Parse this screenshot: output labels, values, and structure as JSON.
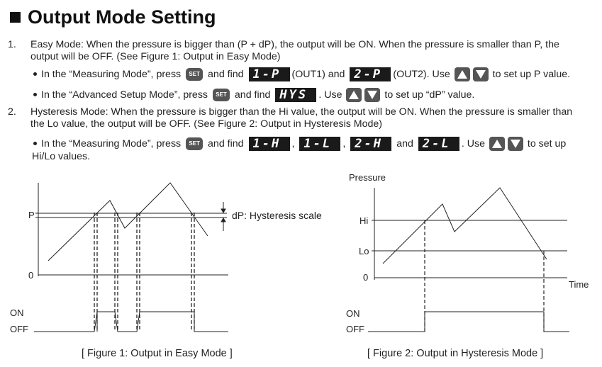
{
  "title": "Output Mode Setting",
  "items": [
    {
      "num": "1.",
      "line1": "Easy Mode: When the pressure is bigger than (P + dP), the output will be ON. When the pressure is smaller than P, the",
      "line2": "output will be OFF. (See Figure 1: Output in Easy Mode)",
      "bullets": [
        {
          "t1": "In the “Measuring Mode”, press",
          "key": "SET",
          "t2": "and find",
          "disp1": "1-P",
          "t3": "(OUT1) and",
          "disp2": "2-P",
          "t4": "(OUT2). Use",
          "t5": "to set up P value."
        },
        {
          "t1": "In the “Advanced Setup Mode”, press",
          "key": "SET",
          "t2": "and find",
          "disp1": "HYS",
          "t3": ". Use",
          "t4": "to set up “dP” value."
        }
      ]
    },
    {
      "num": "2.",
      "line1": "Hysteresis Mode: When the pressure is bigger than the Hi value, the output will be ON. When the pressure is smaller than",
      "line2": "the Lo value, the output will be OFF. (See Figure 2: Output in Hysteresis Mode)",
      "bullet": {
        "t1": "In the “Measuring Mode”, press",
        "key": "SET",
        "t2": "and find",
        "disp1": "1-H",
        "disp2": "1-L",
        "disp3": "2-H",
        "t3": "and",
        "disp4": "2-L",
        "t4": ". Use",
        "t5": "to set up",
        "t6": "Hi/Lo values."
      }
    }
  ],
  "figure1": {
    "p_label": "P",
    "zero_label": "0",
    "on_label": "ON",
    "off_label": "OFF",
    "dp_label": "dP: Hysteresis scale",
    "caption": "[ Figure 1: Output in Easy Mode ]"
  },
  "figure2": {
    "y_title": "Pressure",
    "hi_label": "Hi",
    "lo_label": "Lo",
    "zero_label": "0",
    "x_title": "Time",
    "on_label": "ON",
    "off_label": "OFF",
    "caption": "[ Figure 2: Output in Hysteresis Mode ]"
  }
}
